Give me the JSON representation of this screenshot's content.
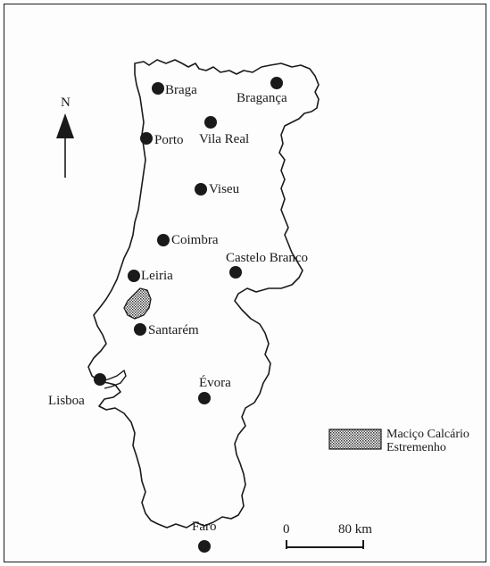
{
  "north_label": "N",
  "cities": [
    {
      "name": "Braga"
    },
    {
      "name": "Bragança"
    },
    {
      "name": "Porto"
    },
    {
      "name": "Vila Real"
    },
    {
      "name": "Viseu"
    },
    {
      "name": "Coimbra"
    },
    {
      "name": "Castelo Branco"
    },
    {
      "name": "Leiria"
    },
    {
      "name": "Santarém"
    },
    {
      "name": "Lisboa"
    },
    {
      "name": "Évora"
    },
    {
      "name": "Faro"
    }
  ],
  "legend": {
    "line1": "Maciço Calcário",
    "line2": "Estremenho"
  },
  "scale": {
    "zero": "0",
    "distance": "80 km"
  },
  "colors": {
    "ink": "#1a1a1a",
    "background": "#ffffff"
  }
}
